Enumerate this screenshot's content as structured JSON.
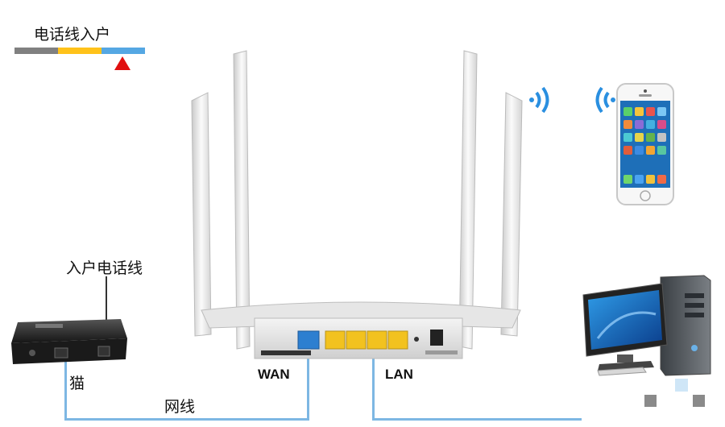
{
  "legend": {
    "title": "电话线入户",
    "segments": [
      {
        "color": "#808080"
      },
      {
        "color": "#ffc21a"
      },
      {
        "color": "#55a7e3"
      }
    ],
    "marker_color": "#e01010"
  },
  "labels": {
    "modem_phone_line": "入户电话线",
    "modem": "猫",
    "network_cable": "网线",
    "wan": "WAN",
    "lan": "LAN"
  },
  "colors": {
    "wire": "#7db7e3",
    "wan_port": "#2d7fd0",
    "lan_port": "#f2c21f",
    "antenna": "#eeeeee",
    "wifi_signal": "#2a8fe0"
  }
}
